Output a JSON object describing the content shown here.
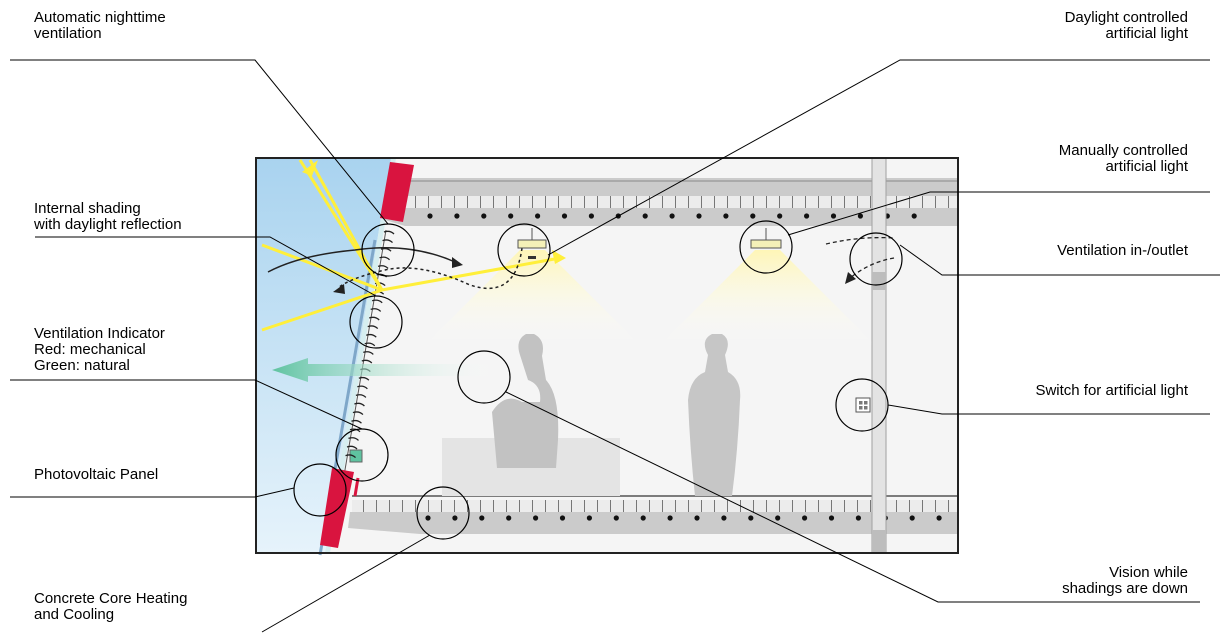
{
  "labels": {
    "night_ventilation": [
      "Automatic nighttime",
      "ventilation"
    ],
    "internal_shading": [
      "Internal shading",
      "with daylight reflection"
    ],
    "ventilation_indicator": [
      "Ventilation Indicator",
      "Red: mechanical",
      "Green: natural"
    ],
    "photovoltaic": [
      "Photovoltaic Panel"
    ],
    "concrete_core": [
      "Concrete Core Heating",
      "and Cooling"
    ],
    "daylight_light": [
      "Daylight controlled",
      "artificial light"
    ],
    "manual_light": [
      "Manually controlled",
      "artificial light"
    ],
    "vent_inout": [
      "Ventilation in-/outlet"
    ],
    "switch": [
      "Switch for artificial light"
    ],
    "vision": [
      "Vision while",
      "shadings are down"
    ]
  },
  "colors": {
    "sky": "#cfe6f5",
    "facade_red": "#d9143f",
    "daylight_yellow": "#ffef3a",
    "natural_green": "#5fc3a0",
    "slab_grey": "#c8c8c8",
    "silhouette_grey": "#bdbdbd"
  }
}
